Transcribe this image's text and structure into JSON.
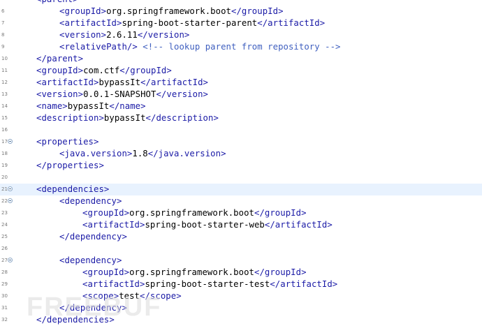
{
  "editor": {
    "lines": [
      {
        "num": "",
        "indent": 0,
        "parts": [
          {
            "t": "tag",
            "v": "<parent>"
          }
        ]
      },
      {
        "num": "6",
        "indent": 1,
        "parts": [
          {
            "t": "tag",
            "v": "<groupId>"
          },
          {
            "t": "txt",
            "v": "org.springframework.boot"
          },
          {
            "t": "tag",
            "v": "</groupId>"
          }
        ]
      },
      {
        "num": "7",
        "indent": 1,
        "parts": [
          {
            "t": "tag",
            "v": "<artifactId>"
          },
          {
            "t": "txt",
            "v": "spring-boot-starter-parent"
          },
          {
            "t": "tag",
            "v": "</artifactId>"
          }
        ]
      },
      {
        "num": "8",
        "indent": 1,
        "parts": [
          {
            "t": "tag",
            "v": "<version>"
          },
          {
            "t": "txt",
            "v": "2.6.11"
          },
          {
            "t": "tag",
            "v": "</version>"
          }
        ]
      },
      {
        "num": "9",
        "indent": 1,
        "parts": [
          {
            "t": "tag",
            "v": "<relativePath/>"
          },
          {
            "t": "txt",
            "v": " "
          },
          {
            "t": "cmt",
            "v": "<!-- lookup parent from repository -->"
          }
        ]
      },
      {
        "num": "10",
        "indent": 0,
        "parts": [
          {
            "t": "tag",
            "v": "</parent>"
          }
        ]
      },
      {
        "num": "11",
        "indent": 0,
        "parts": [
          {
            "t": "tag",
            "v": "<groupId>"
          },
          {
            "t": "txt",
            "v": "com.ctf"
          },
          {
            "t": "tag",
            "v": "</groupId>"
          }
        ]
      },
      {
        "num": "12",
        "indent": 0,
        "parts": [
          {
            "t": "tag",
            "v": "<artifactId>"
          },
          {
            "t": "txt",
            "v": "bypassIt"
          },
          {
            "t": "tag",
            "v": "</artifactId>"
          }
        ]
      },
      {
        "num": "13",
        "indent": 0,
        "parts": [
          {
            "t": "tag",
            "v": "<version>"
          },
          {
            "t": "txt",
            "v": "0.0.1-SNAPSHOT"
          },
          {
            "t": "tag",
            "v": "</version>"
          }
        ]
      },
      {
        "num": "14",
        "indent": 0,
        "parts": [
          {
            "t": "tag",
            "v": "<name>"
          },
          {
            "t": "txt",
            "v": "bypassIt"
          },
          {
            "t": "tag",
            "v": "</name>"
          }
        ]
      },
      {
        "num": "15",
        "indent": 0,
        "parts": [
          {
            "t": "tag",
            "v": "<description>"
          },
          {
            "t": "txt",
            "v": "bypassIt"
          },
          {
            "t": "tag",
            "v": "</description>"
          }
        ]
      },
      {
        "num": "16",
        "indent": 0,
        "parts": []
      },
      {
        "num": "17",
        "indent": 0,
        "fold": true,
        "parts": [
          {
            "t": "tag",
            "v": "<properties>"
          }
        ]
      },
      {
        "num": "18",
        "indent": 1,
        "parts": [
          {
            "t": "tag",
            "v": "<java.version>"
          },
          {
            "t": "txt",
            "v": "1.8"
          },
          {
            "t": "tag",
            "v": "</java.version>"
          }
        ]
      },
      {
        "num": "19",
        "indent": 0,
        "parts": [
          {
            "t": "tag",
            "v": "</properties>"
          }
        ]
      },
      {
        "num": "20",
        "indent": 0,
        "parts": []
      },
      {
        "num": "21",
        "indent": 0,
        "fold": true,
        "active": true,
        "parts": [
          {
            "t": "tag",
            "v": "<dependencies>"
          }
        ]
      },
      {
        "num": "22",
        "indent": 1,
        "fold": true,
        "parts": [
          {
            "t": "tag",
            "v": "<dependency>"
          }
        ]
      },
      {
        "num": "23",
        "indent": 2,
        "parts": [
          {
            "t": "tag",
            "v": "<groupId>"
          },
          {
            "t": "txt",
            "v": "org.springframework.boot"
          },
          {
            "t": "tag",
            "v": "</groupId>"
          }
        ]
      },
      {
        "num": "24",
        "indent": 2,
        "parts": [
          {
            "t": "tag",
            "v": "<artifactId>"
          },
          {
            "t": "txt",
            "v": "spring-boot-starter-web"
          },
          {
            "t": "tag",
            "v": "</artifactId>"
          }
        ]
      },
      {
        "num": "25",
        "indent": 1,
        "parts": [
          {
            "t": "tag",
            "v": "</dependency>"
          }
        ]
      },
      {
        "num": "26",
        "indent": 0,
        "parts": []
      },
      {
        "num": "27",
        "indent": 1,
        "fold": true,
        "parts": [
          {
            "t": "tag",
            "v": "<dependency>"
          }
        ]
      },
      {
        "num": "28",
        "indent": 2,
        "parts": [
          {
            "t": "tag",
            "v": "<groupId>"
          },
          {
            "t": "txt",
            "v": "org.springframework.boot"
          },
          {
            "t": "tag",
            "v": "</groupId>"
          }
        ]
      },
      {
        "num": "29",
        "indent": 2,
        "parts": [
          {
            "t": "tag",
            "v": "<artifactId>"
          },
          {
            "t": "txt",
            "v": "spring-boot-starter-test"
          },
          {
            "t": "tag",
            "v": "</artifactId>"
          }
        ]
      },
      {
        "num": "30",
        "indent": 2,
        "parts": [
          {
            "t": "tag",
            "v": "<scope>"
          },
          {
            "t": "txt",
            "v": "test"
          },
          {
            "t": "tag",
            "v": "</scope>"
          }
        ]
      },
      {
        "num": "31",
        "indent": 1,
        "parts": [
          {
            "t": "tag",
            "v": "</dependency>"
          }
        ]
      },
      {
        "num": "32",
        "indent": 0,
        "parts": [
          {
            "t": "tag",
            "v": "</dependencies>"
          }
        ]
      }
    ]
  },
  "watermark": {
    "text": "FREEBUF"
  }
}
